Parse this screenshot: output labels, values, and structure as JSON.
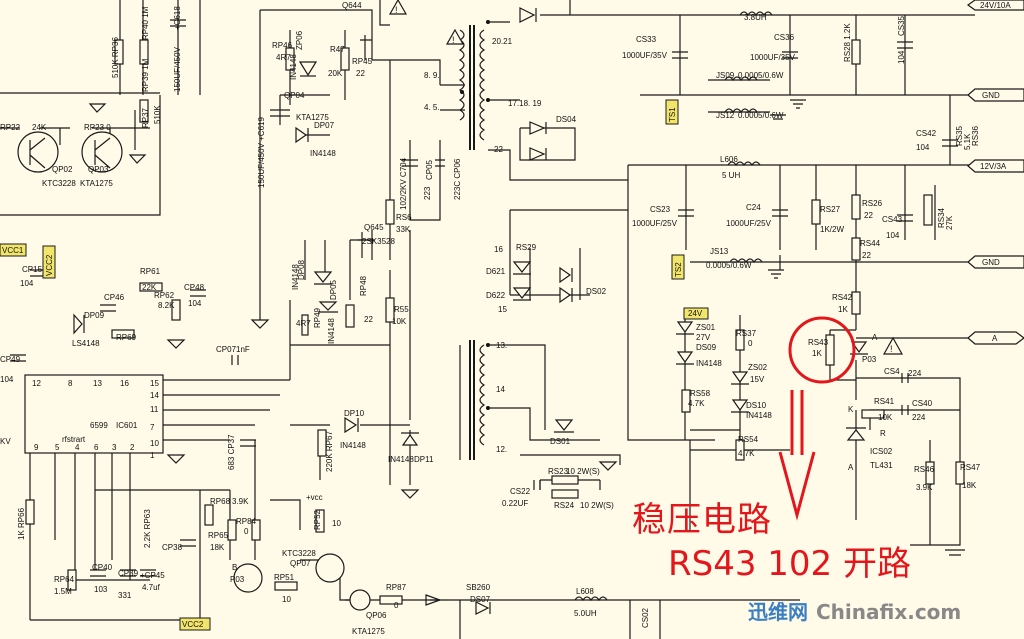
{
  "rails": [
    {
      "id": "24v",
      "label": "24V/10A"
    },
    {
      "id": "gnd1",
      "label": "GND"
    },
    {
      "id": "12v",
      "label": "12V/3A"
    },
    {
      "id": "gnd2",
      "label": "GND"
    },
    {
      "id": "a",
      "label": "A"
    }
  ],
  "flags": {
    "vcc1": "VCC1",
    "vcc2": "VCC2",
    "vcc2b": "VCC2",
    "ts1": "TS1",
    "ts2": "TS2",
    "v24": "24V",
    "vcc": "+vcc"
  },
  "ic": {
    "name": "IC601",
    "part": "6599",
    "pin_label": "rfstrart",
    "kv": "KV"
  },
  "ic_pins": [
    "12",
    "8",
    "13",
    "16",
    "15",
    "14",
    "11",
    "7",
    "10",
    "9",
    "6",
    "5",
    "4",
    "3",
    "2",
    "1"
  ],
  "components": [
    {
      "id": "rp22",
      "text": "RP22"
    },
    {
      "id": "24k",
      "text": "24K"
    },
    {
      "id": "rp23",
      "text": "RP23  0"
    },
    {
      "id": "qp02",
      "text": "QP02"
    },
    {
      "id": "ktc3228a",
      "text": "KTC3228"
    },
    {
      "id": "qp03",
      "text": "QP03"
    },
    {
      "id": "kta1275a",
      "text": "KTA1275"
    },
    {
      "id": "rp36",
      "text": "510K RP36 "
    },
    {
      "id": "rp40",
      "text": "RP40 1M"
    },
    {
      "id": "rp39",
      "text": "RP39 1M"
    },
    {
      "id": "cf618",
      "text": "+C618"
    },
    {
      "id": "rp37",
      "text": "RP37"
    },
    {
      "id": "510k",
      "text": "510K"
    },
    {
      "id": "cap150",
      "text": "150UF/450V"
    },
    {
      "id": "rp46",
      "text": "RP46"
    },
    {
      "id": "4r7a",
      "text": "4R7"
    },
    {
      "id": "zp06",
      "text": "ZP06"
    },
    {
      "id": "in4148a",
      "text": "IN4148"
    },
    {
      "id": "r47",
      "text": "R47"
    },
    {
      "id": "20k",
      "text": "20K"
    },
    {
      "id": "rp45",
      "text": "RP45"
    },
    {
      "id": "22a",
      "text": "22"
    },
    {
      "id": "q644",
      "text": "Q644"
    },
    {
      "id": "qp04",
      "text": "QP04"
    },
    {
      "id": "kta1275b",
      "text": "KTA1275"
    },
    {
      "id": "dp07",
      "text": "DP07"
    },
    {
      "id": "in4148b",
      "text": "IN4148"
    },
    {
      "id": "cf619",
      "text": "150UF/450V +C619"
    },
    {
      "id": "c704",
      "text": "102/2KV C704"
    },
    {
      "id": "cp05",
      "text": "CP05"
    },
    {
      "id": "223",
      "text": "223"
    },
    {
      "id": "cp06",
      "text": "223C CP06"
    },
    {
      "id": "n89",
      "text": "8. 9."
    },
    {
      "id": "n45",
      "text": "4. 5."
    },
    {
      "id": "n2021",
      "text": "20.21"
    },
    {
      "id": "n171819",
      "text": "17.18. 19"
    },
    {
      "id": "n22",
      "text": "22"
    },
    {
      "id": "ds04",
      "text": "DS04"
    },
    {
      "id": "q645",
      "text": "Q645"
    },
    {
      "id": "2sk3528",
      "text": "2SK3528"
    },
    {
      "id": "rs6",
      "text": "RS6"
    },
    {
      "id": "33k",
      "text": "33K"
    },
    {
      "id": "dp08",
      "text": "DP08"
    },
    {
      "id": "in4148c",
      "text": "IN4148"
    },
    {
      "id": "rp49",
      "text": "RP49"
    },
    {
      "id": "4r7b",
      "text": "4R7"
    },
    {
      "id": "dp05",
      "text": "DP05"
    },
    {
      "id": "in4148d",
      "text": "IN4148"
    },
    {
      "id": "rp48",
      "text": "RP48"
    },
    {
      "id": "22b",
      "text": "22"
    },
    {
      "id": "r55",
      "text": "R55"
    },
    {
      "id": "10ka",
      "text": "10K"
    },
    {
      "id": "cs33",
      "text": "CS33"
    },
    {
      "id": "cs33v",
      "text": "1000UF/35V"
    },
    {
      "id": "l38",
      "text": "3.8UH"
    },
    {
      "id": "cs36",
      "text": "CS36"
    },
    {
      "id": "cs36v",
      "text": "1000UF/35V"
    },
    {
      "id": "rs28",
      "text": "RS28  1.2K"
    },
    {
      "id": "cs35",
      "text": "CS35"
    },
    {
      "id": "104a",
      "text": "104"
    },
    {
      "id": "js09",
      "text": "JS09"
    },
    {
      "id": "js09v",
      "text": "0.0005/0.6W"
    },
    {
      "id": "js12",
      "text": "JS12"
    },
    {
      "id": "js12v",
      "text": "0.0005/0.6W"
    },
    {
      "id": "cs42",
      "text": "CS42"
    },
    {
      "id": "104b",
      "text": "104"
    },
    {
      "id": "rs35",
      "text": "RS35"
    },
    {
      "id": "rs36",
      "text": "RS36"
    },
    {
      "id": "51k",
      "text": "5.1K"
    },
    {
      "id": "l606",
      "text": "L606"
    },
    {
      "id": "5uh",
      "text": "5 UH"
    },
    {
      "id": "cs23",
      "text": "CS23"
    },
    {
      "id": "cs23v",
      "text": "1000UF/25V"
    },
    {
      "id": "c24",
      "text": "C24"
    },
    {
      "id": "c24v",
      "text": "1000UF/25V"
    },
    {
      "id": "rs27",
      "text": "RS27"
    },
    {
      "id": "1k2w",
      "text": "1K/2W"
    },
    {
      "id": "rs26",
      "text": "RS26"
    },
    {
      "id": "22c",
      "text": "22"
    },
    {
      "id": "cs43",
      "text": "CS43"
    },
    {
      "id": "104c",
      "text": "104"
    },
    {
      "id": "rs34",
      "text": "RS34"
    },
    {
      "id": "27k",
      "text": "27K"
    },
    {
      "id": "rs44",
      "text": "RS44"
    },
    {
      "id": "22d",
      "text": "22"
    },
    {
      "id": "js13",
      "text": "JS13"
    },
    {
      "id": "js13v",
      "text": "0.0005/0.6W"
    },
    {
      "id": "n16",
      "text": "16"
    },
    {
      "id": "rs29",
      "text": "RS29"
    },
    {
      "id": "d621",
      "text": "D621"
    },
    {
      "id": "d622",
      "text": "D622"
    },
    {
      "id": "n15",
      "text": "15"
    },
    {
      "id": "ds02",
      "text": "DS02"
    },
    {
      "id": "rs42",
      "text": "RS42"
    },
    {
      "id": "1ka",
      "text": "1K"
    },
    {
      "id": "rs43",
      "text": "RS43"
    },
    {
      "id": "1kb",
      "text": "1K"
    },
    {
      "id": "p03",
      "text": "P03"
    },
    {
      "id": "pa",
      "text": "A"
    },
    {
      "id": "zs01",
      "text": "ZS01"
    },
    {
      "id": "27v",
      "text": "27V"
    },
    {
      "id": "ds09",
      "text": "DS09"
    },
    {
      "id": "in4148e",
      "text": "IN4148"
    },
    {
      "id": "rs37",
      "text": "RS37"
    },
    {
      "id": "0a",
      "text": "0"
    },
    {
      "id": "zs02",
      "text": "ZS02"
    },
    {
      "id": "15v",
      "text": "15V"
    },
    {
      "id": "ds10",
      "text": "DS10"
    },
    {
      "id": "in4148f",
      "text": "IN4148"
    },
    {
      "id": "rs58",
      "text": "RS58"
    },
    {
      "id": "47ka",
      "text": "4.7K"
    },
    {
      "id": "rs54",
      "text": "RS54"
    },
    {
      "id": "47kb",
      "text": "4.7K"
    },
    {
      "id": "cs4",
      "text": "CS4"
    },
    {
      "id": "224a",
      "text": "224"
    },
    {
      "id": "rs41",
      "text": "RS41"
    },
    {
      "id": "10kb",
      "text": "10K"
    },
    {
      "id": "cs40",
      "text": "CS40"
    },
    {
      "id": "224b",
      "text": "224"
    },
    {
      "id": "kk",
      "text": "K"
    },
    {
      "id": "rr",
      "text": "R"
    },
    {
      "id": "aa",
      "text": "A"
    },
    {
      "id": "ics02",
      "text": "ICS02"
    },
    {
      "id": "tl431",
      "text": "TL431"
    },
    {
      "id": "rs46",
      "text": "RS46"
    },
    {
      "id": "39k",
      "text": "3.9K"
    },
    {
      "id": "rs47",
      "text": "RS47"
    },
    {
      "id": "18ka",
      "text": "18K"
    },
    {
      "id": "n13",
      "text": "13."
    },
    {
      "id": "n14",
      "text": "14"
    },
    {
      "id": "n12",
      "text": "12."
    },
    {
      "id": "ds01",
      "text": "DS01"
    },
    {
      "id": "rs23",
      "text": "RS23"
    },
    {
      "id": "rs23v",
      "text": "10 2W(S)"
    },
    {
      "id": "cs22",
      "text": "CS22"
    },
    {
      "id": "022uf",
      "text": "0.22UF"
    },
    {
      "id": "rs24",
      "text": "RS24"
    },
    {
      "id": "rs24v",
      "text": "10 2W(S)"
    },
    {
      "id": "cp15",
      "text": "CP15"
    },
    {
      "id": "104d",
      "text": "104"
    },
    {
      "id": "rp61",
      "text": "RP61"
    },
    {
      "id": "22ka",
      "text": "22K"
    },
    {
      "id": "rp62",
      "text": "RP62"
    },
    {
      "id": "82k",
      "text": "8.2K"
    },
    {
      "id": "cp48",
      "text": "CP48"
    },
    {
      "id": "104e",
      "text": "104"
    },
    {
      "id": "cp46",
      "text": "CP46"
    },
    {
      "id": "dp09",
      "text": "DP09"
    },
    {
      "id": "ls4148",
      "text": "LS4148"
    },
    {
      "id": "rp69",
      "text": "RP69"
    },
    {
      "id": "cp49",
      "text": "CP49"
    },
    {
      "id": "104f",
      "text": "104"
    },
    {
      "id": "cp07",
      "text": "CP07"
    },
    {
      "id": "1nf",
      "text": "1nF"
    },
    {
      "id": "dp10",
      "text": "DP10"
    },
    {
      "id": "in4148g",
      "text": "IN4148"
    },
    {
      "id": "in4148h",
      "text": "IN4148"
    },
    {
      "id": "dp11",
      "text": "DP11"
    },
    {
      "id": "rp67",
      "text": "220K RP67"
    },
    {
      "id": "cp37",
      "text": "683 CP37"
    },
    {
      "id": "rp66",
      "text": "1K RP66"
    },
    {
      "id": "rp68",
      "text": "RP68"
    },
    {
      "id": "39kb",
      "text": "3.9K"
    },
    {
      "id": "rp84",
      "text": "RP84"
    },
    {
      "id": "0b",
      "text": "0"
    },
    {
      "id": "rp63",
      "text": "2.2K RP63"
    },
    {
      "id": "cp38",
      "text": "CP38"
    },
    {
      "id": "rp65",
      "text": "RP65"
    },
    {
      "id": "18kb",
      "text": "18K"
    },
    {
      "id": "rp52",
      "text": "RP52"
    },
    {
      "id": "10a",
      "text": "10"
    },
    {
      "id": "ktc3228b",
      "text": "KTC3228"
    },
    {
      "id": "qp07",
      "text": "QP07"
    },
    {
      "id": "bb",
      "text": "B"
    },
    {
      "id": "p03b",
      "text": "P03"
    },
    {
      "id": "rp51",
      "text": "RP51"
    },
    {
      "id": "10b",
      "text": "10"
    },
    {
      "id": "rp87",
      "text": "RP87"
    },
    {
      "id": "0c",
      "text": "0"
    },
    {
      "id": "qp06",
      "text": "QP06"
    },
    {
      "id": "kta1275c",
      "text": "KTA1275"
    },
    {
      "id": "rp64",
      "text": "RP64"
    },
    {
      "id": "15m",
      "text": "1.5M"
    },
    {
      "id": "cp40",
      "text": "CP40"
    },
    {
      "id": "103",
      "text": "103"
    },
    {
      "id": "cp39",
      "text": "CP39"
    },
    {
      "id": "331",
      "text": "331"
    },
    {
      "id": "cp45",
      "text": "+CP45"
    },
    {
      "id": "47uf",
      "text": "4.7uf"
    },
    {
      "id": "sb260",
      "text": "SB260"
    },
    {
      "id": "ds07",
      "text": "DS07"
    },
    {
      "id": "l608",
      "text": "L608"
    },
    {
      "id": "50uh",
      "text": "5.0UH"
    },
    {
      "id": "cs02",
      "text": "CS02"
    }
  ],
  "annotation": {
    "title": "稳压电路",
    "detail": "RS43 102 开路"
  },
  "watermark": {
    "cn": "迅维网",
    "en": "Chinafix.com"
  }
}
